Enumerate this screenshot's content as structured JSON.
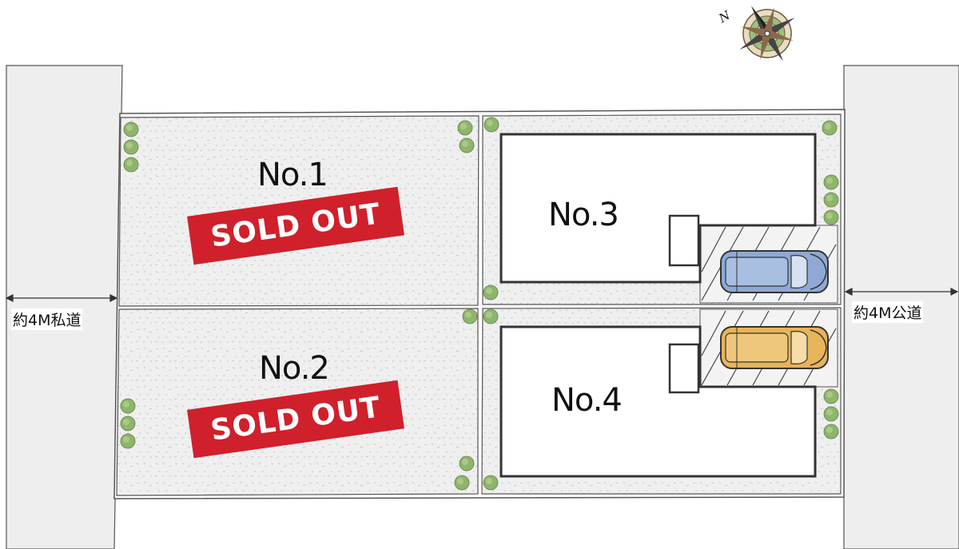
{
  "lots": [
    {
      "label": "No.1",
      "status": "SOLD OUT"
    },
    {
      "label": "No.2",
      "status": "SOLD OUT"
    },
    {
      "label": "No.3"
    },
    {
      "label": "No.4"
    }
  ],
  "roads": {
    "left": "約4M私道",
    "right": "約4M公道"
  },
  "compass": {
    "north": "N"
  },
  "colors": {
    "sold_badge": "#d0202b",
    "lot_fill": "#eeeeee",
    "road_fill": "#eeeeee",
    "tree": "#8fb46c",
    "car_blue": "#8fa9d4",
    "car_yellow": "#e7b45a"
  }
}
